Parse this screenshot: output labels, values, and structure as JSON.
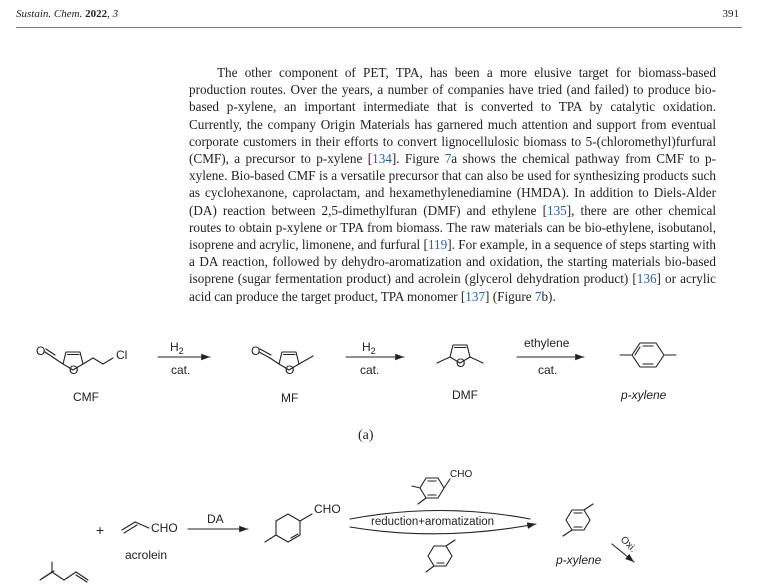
{
  "header": {
    "journal": "Sustain. Chem.",
    "year": "2022",
    "volume": ", 3",
    "page": "391"
  },
  "paragraph": {
    "t1": "The other component of PET, TPA, has been a more elusive target for biomass-based production routes. Over the years, a number of companies have tried (and failed) to produce bio-based p-xylene, an important intermediate that is converted to TPA by catalytic oxidation. Currently, the company Origin Materials has garnered much attention and support from eventual corporate customers in their efforts to convert lignocellulosic biomass to 5-(chloromethyl)furfural (CMF), a precursor to p-xylene [",
    "r1": "134",
    "t2": "]. Figure ",
    "r2": "7",
    "t3": "a shows the chemical pathway from CMF to p-xylene. Bio-based CMF is a versatile precursor that can also be used for synthesizing products such as cyclohexanone, caprolactam, and hexamethylenediamine (HMDA). In addition to Diels-Alder (DA) reaction between 2,5-dimethylfuran (DMF) and ethylene [",
    "r3": "135",
    "t4": "], there are other chemical routes to obtain p-xylene or TPA from biomass. The raw materials can be bio-ethylene, isobutanol, isoprene and acrylic, limonene, and furfural [",
    "r4": "119",
    "t5": "]. For example, in a sequence of steps starting with a DA reaction, followed by dehydro-aromatization and oxidation, the starting materials bio-based isoprene (sugar fermentation product) and acrolein (glycerol dehydration product) [",
    "r5": "136",
    "t6": "] or acrylic acid can produce the target product, TPA monomer [",
    "r6": "137",
    "t7": "] (Figure ",
    "r7": "7",
    "t8": "b)."
  },
  "scheme_a": {
    "cl_label": "Cl",
    "arrow1_top": "H",
    "arrow1_sub": "2",
    "arrow1_bottom": "cat.",
    "arrow2_top": "H",
    "arrow2_sub": "2",
    "arrow2_bottom": "cat.",
    "arrow3_top": "ethylene",
    "arrow3_bottom": "cat.",
    "o_label": "O",
    "label_cmf": "CMF",
    "label_mf": "MF",
    "label_dmf": "DMF",
    "label_pxylene": "p-xylene",
    "panel_label": "(a)"
  },
  "scheme_b": {
    "plus": "+",
    "acrolein_cho": "CHO",
    "acrolein_label": "acrolein",
    "arrow_da": "DA",
    "adduct_cho": "CHO",
    "aldehyde_cho": "CHO",
    "reduction_label": "reduction+aromatization",
    "pxylene_label": "p-xylene",
    "oxi_label": "Oxi."
  }
}
